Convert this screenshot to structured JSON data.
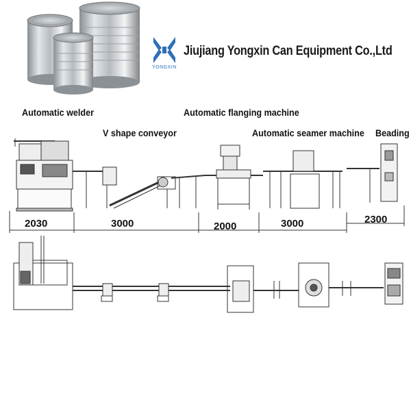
{
  "header": {
    "company_name": "Jiujiang Yongxin Can Equipment Co.,Ltd",
    "logo_text": "YONGXIN",
    "logo_color": "#2f6fb7"
  },
  "machines": [
    {
      "label": "Automatic welder"
    },
    {
      "label": "V shape conveyor"
    },
    {
      "label": "Automatic flanging machine"
    },
    {
      "label": "Automatic seamer machine"
    },
    {
      "label": "Beading"
    }
  ],
  "dimensions": [
    "2030",
    "3000",
    "2000",
    "3000",
    "2300"
  ]
}
